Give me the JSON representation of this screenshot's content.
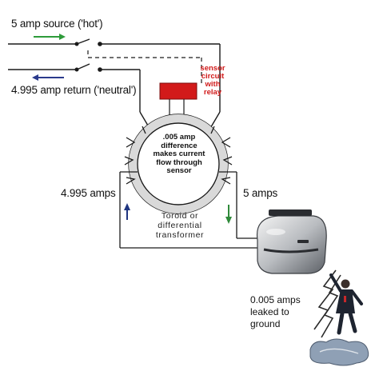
{
  "labels": {
    "source": "5 amp source ('hot')",
    "return": "4.995 amp return ('neutral')",
    "sensor_lines": [
      "sensor",
      "circuit",
      "with",
      "relay"
    ],
    "difference_lines": [
      ".005 amp",
      "difference",
      "makes current",
      "flow through",
      "sensor"
    ],
    "left_current": "4.995 amps",
    "right_current": "5 amps",
    "toroid_lines": [
      "Toroid or",
      "differential",
      "transformer"
    ],
    "ground_lines": [
      "0.005 amps",
      "leaked to",
      "ground"
    ]
  },
  "colors": {
    "hot_arrow": "#2e9b3a",
    "return_arrow": "#2a3a8c",
    "sensor": "#d21a1a",
    "up_arrow": "#1f3580",
    "down_arrow": "#2f8a3a",
    "ring_fill": "#d9d9d9",
    "wire": "#1a1a1a"
  },
  "icons": {
    "appliance": "toaster-icon",
    "person": "person-icon",
    "ground": "ground-puddle-icon",
    "leak": "lightning-icon"
  }
}
